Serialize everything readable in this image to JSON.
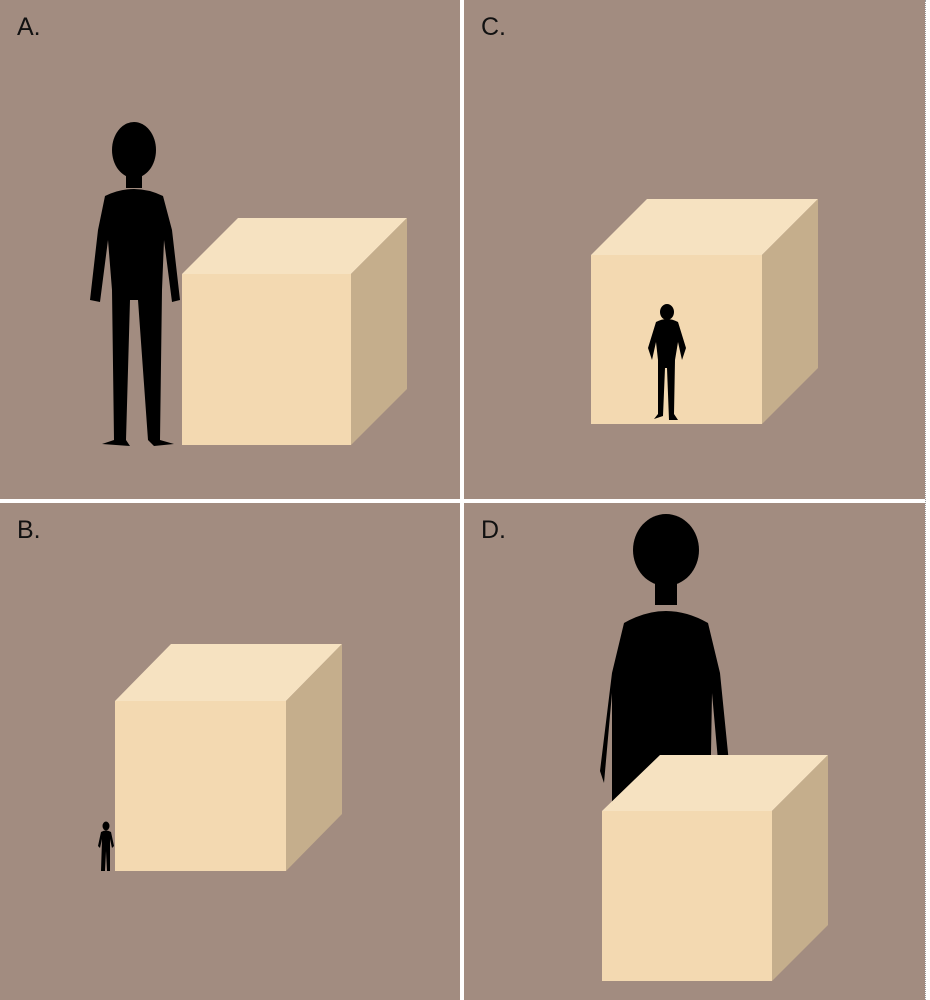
{
  "panels": [
    {
      "id": "a",
      "label": "A."
    },
    {
      "id": "c",
      "label": "C."
    },
    {
      "id": "b",
      "label": "B."
    },
    {
      "id": "d",
      "label": "D."
    }
  ],
  "colors": {
    "background": "#a28c80",
    "cube_front": "#f3d9b1",
    "cube_top": "#f6e2c1",
    "cube_side": "#c5ae8c",
    "silhouette": "#000000"
  }
}
